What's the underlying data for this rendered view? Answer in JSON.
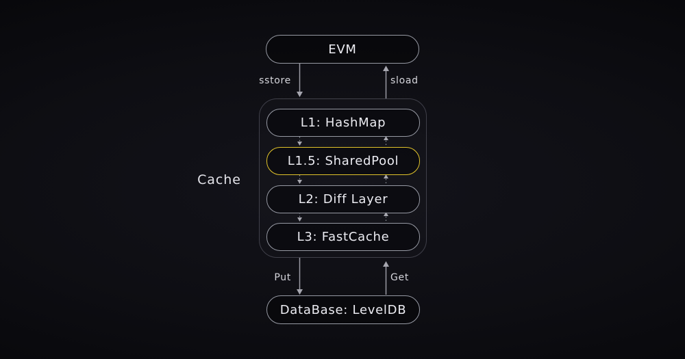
{
  "diagram": {
    "evm": {
      "label": "EVM"
    },
    "edges": {
      "sstore": "sstore",
      "sload": "sload",
      "put": "Put",
      "get": "Get"
    },
    "cache": {
      "label": "Cache",
      "layers": [
        {
          "label": "L1: HashMap",
          "highlighted": false
        },
        {
          "label": "L1.5: SharedPool",
          "highlighted": true
        },
        {
          "label": "L2: Diff Layer",
          "highlighted": false
        },
        {
          "label": "L3: FastCache",
          "highlighted": false
        }
      ]
    },
    "database": {
      "label": "DataBase: LevelDB"
    },
    "colors": {
      "background": "#0d0d12",
      "box_border": "#979aa4",
      "container_border": "#40404a",
      "highlight_border": "#e2c42a",
      "arrow": "#9b9ba4",
      "text": "#ececf2"
    }
  }
}
